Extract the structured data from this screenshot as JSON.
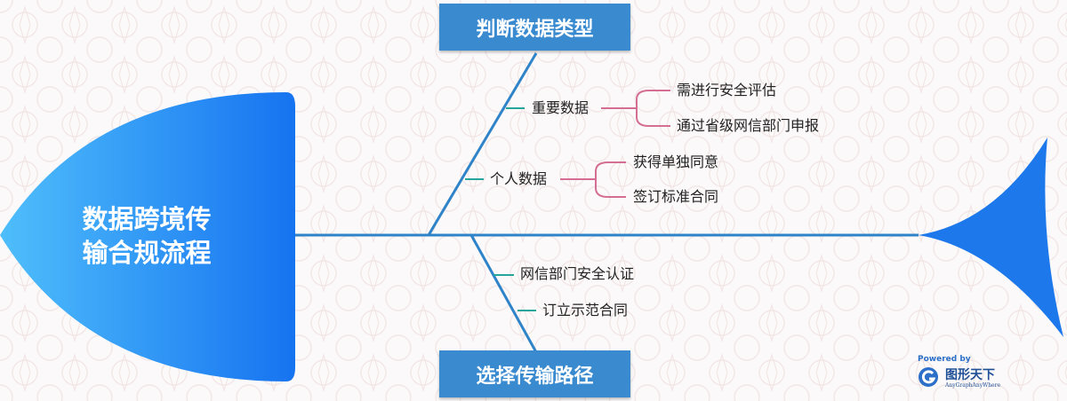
{
  "title": "数据跨境传输合规流程",
  "categories": [
    {
      "label": "判断数据类型",
      "branches": [
        {
          "label": "重要数据",
          "items": [
            "需进行安全评估",
            "通过省级网信部门申报"
          ]
        },
        {
          "label": "个人数据",
          "items": [
            "获得单独同意",
            "签订标准合同"
          ]
        }
      ]
    },
    {
      "label": "选择传输路径",
      "branches": [
        {
          "label": "网信部门安全认证",
          "items": []
        },
        {
          "label": "订立示范合同",
          "items": []
        }
      ]
    }
  ],
  "brand": {
    "powered": "Powered by",
    "name": "图形天下",
    "sub": "AnyGraphAnyWhere"
  },
  "colors": {
    "head_gradient_start": "#4fbefb",
    "head_gradient_end": "#1673f0",
    "spine": "#2f83c9",
    "tail": "#1d78ec",
    "category_box": "#3a8ad0",
    "connector_teal": "#26a59a",
    "bracket_pink": "#d46e92"
  }
}
